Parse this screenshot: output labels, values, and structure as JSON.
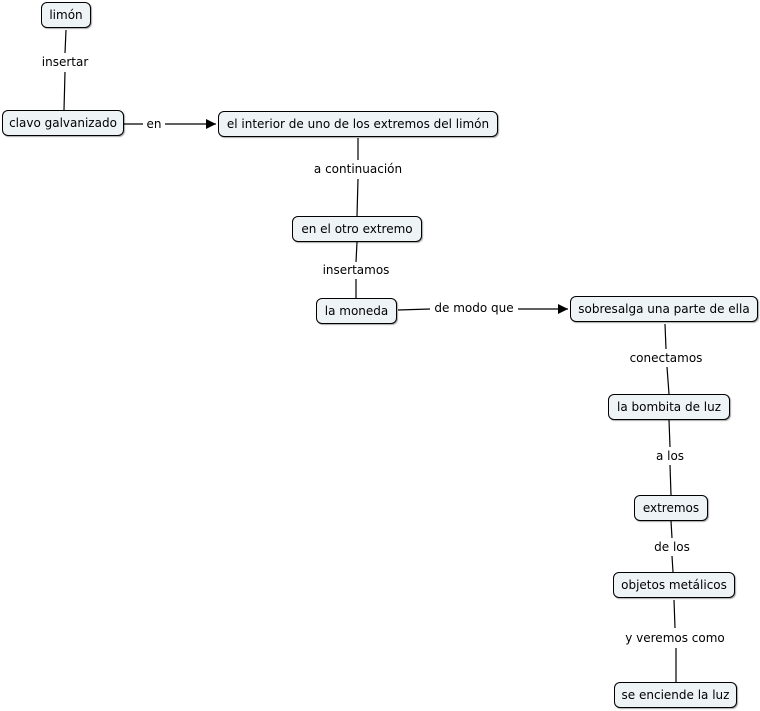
{
  "nodes": {
    "limon": "limón",
    "clavo": "clavo galvanizado",
    "interior": "el interior de uno de los extremos del limón",
    "otro_extremo": "en el otro extremo",
    "moneda": "la moneda",
    "sobresalga": "sobresalga una parte de ella",
    "bombita": "la bombita de luz",
    "extremos": "extremos",
    "objetos": "objetos metálicos",
    "enciende": "se enciende la luz"
  },
  "links": {
    "insertar": "insertar",
    "en": "en",
    "a_continuacion": "a continuación",
    "insertamos": "insertamos",
    "de_modo_que": "de modo que",
    "conectamos": "conectamos",
    "a_los": "a los",
    "de_los": "de los",
    "y_veremos": "y veremos como"
  }
}
